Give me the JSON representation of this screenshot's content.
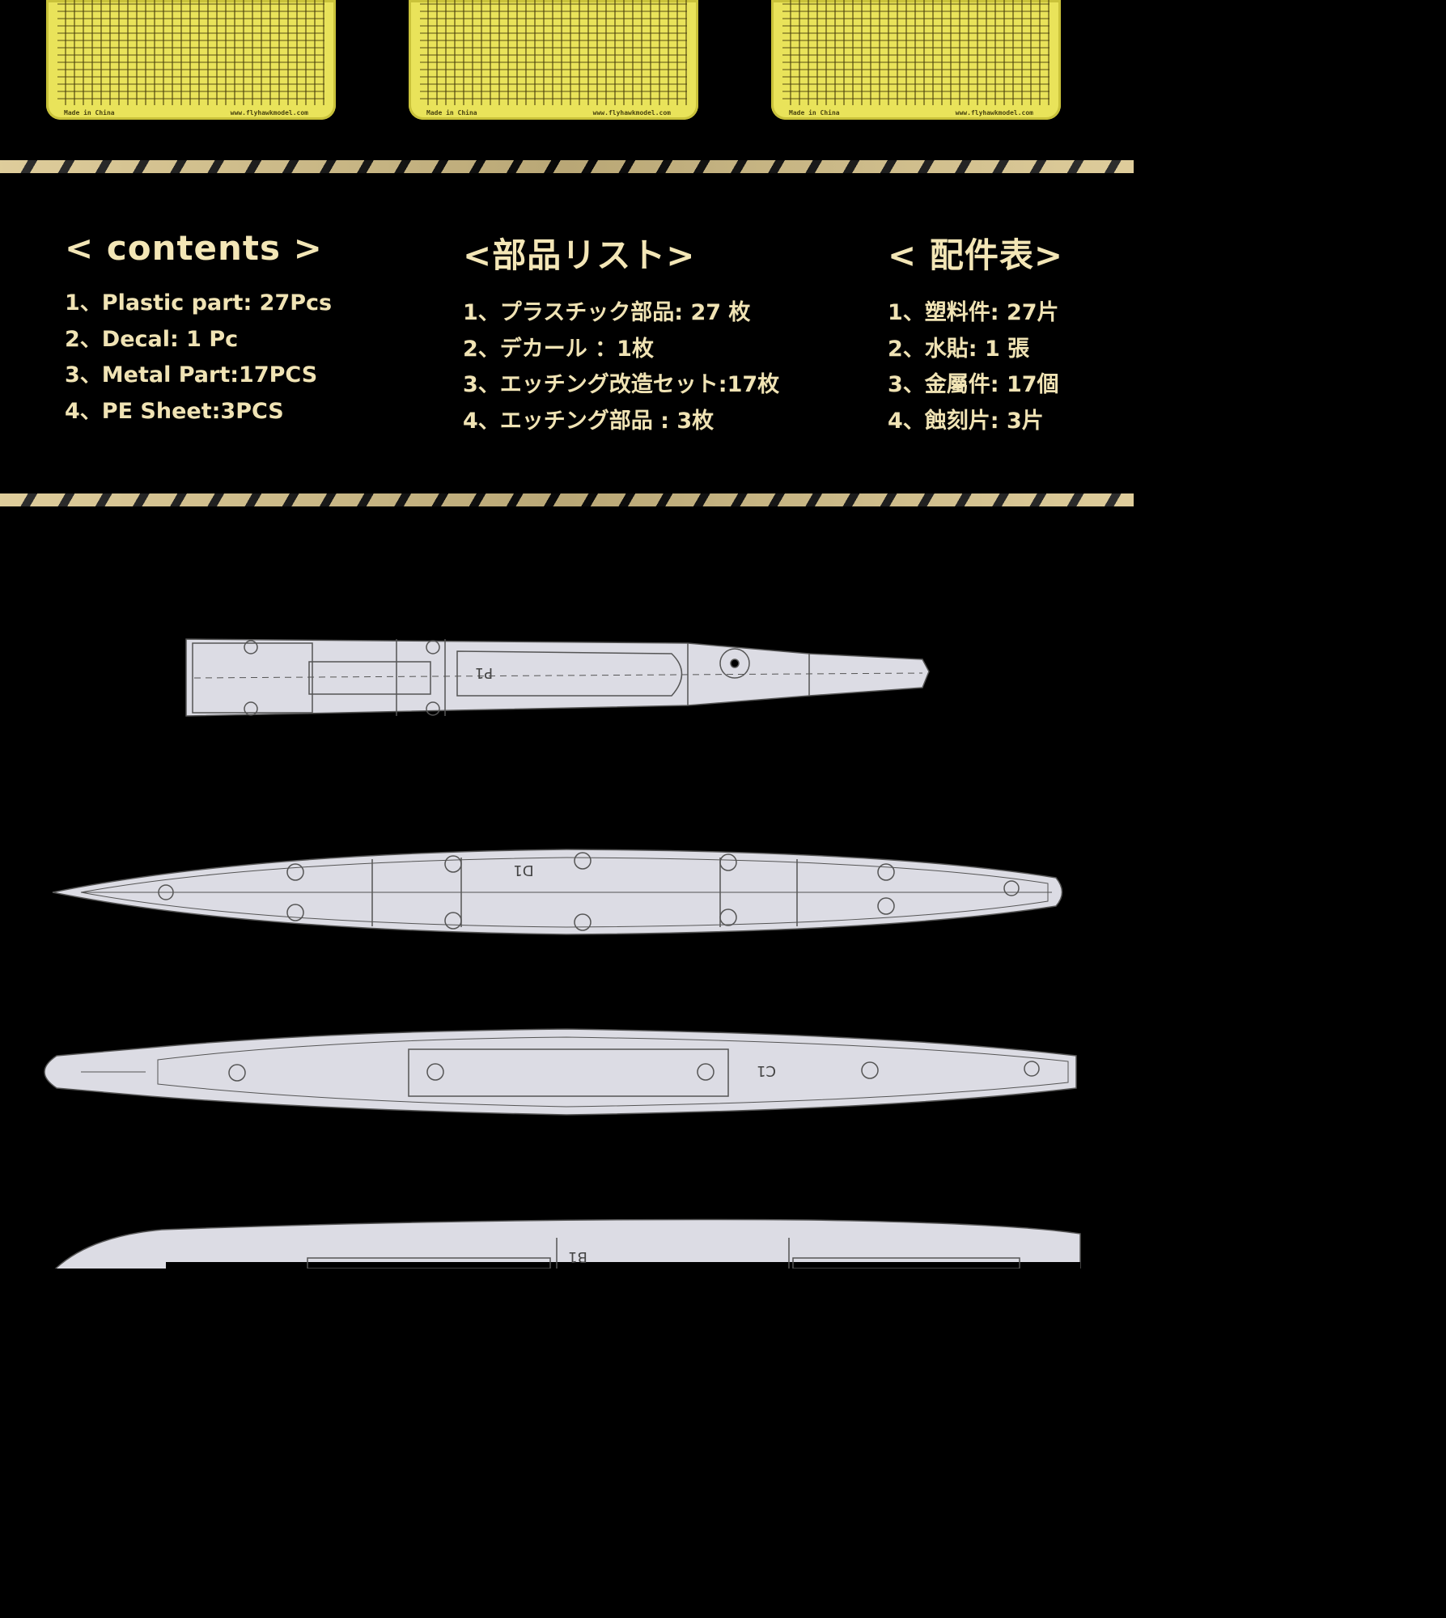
{
  "pe_sheets": [
    {
      "made": "Made in China",
      "url": "www.flyhawkmodel.com"
    },
    {
      "made": "Made in China",
      "url": "www.flyhawkmodel.com"
    },
    {
      "made": "Made in China",
      "url": "www.flyhawkmodel.com"
    }
  ],
  "contents_en": {
    "title": "< contents >",
    "items": [
      "1、Plastic part: 27Pcs",
      "2、Decal: 1 Pc",
      "3、Metal Part:17PCS",
      "4、PE Sheet:3PCS"
    ]
  },
  "contents_jp": {
    "title": "<部品リスト>",
    "items": [
      "1、プラスチック部品: 27 枚",
      "2、デカール ：1枚",
      "3、エッチング改造セット:17枚",
      "4、エッチング部品 : 3枚"
    ]
  },
  "contents_cn": {
    "title": "< 配件表>",
    "items": [
      "1、塑料件: 27片",
      "2、水貼: 1 張",
      "3、金屬件: 17個",
      "4、蝕刻片: 3片"
    ]
  },
  "parts": {
    "p1": "P1",
    "d1": "D1",
    "c1": "C1",
    "b1": "B1"
  }
}
